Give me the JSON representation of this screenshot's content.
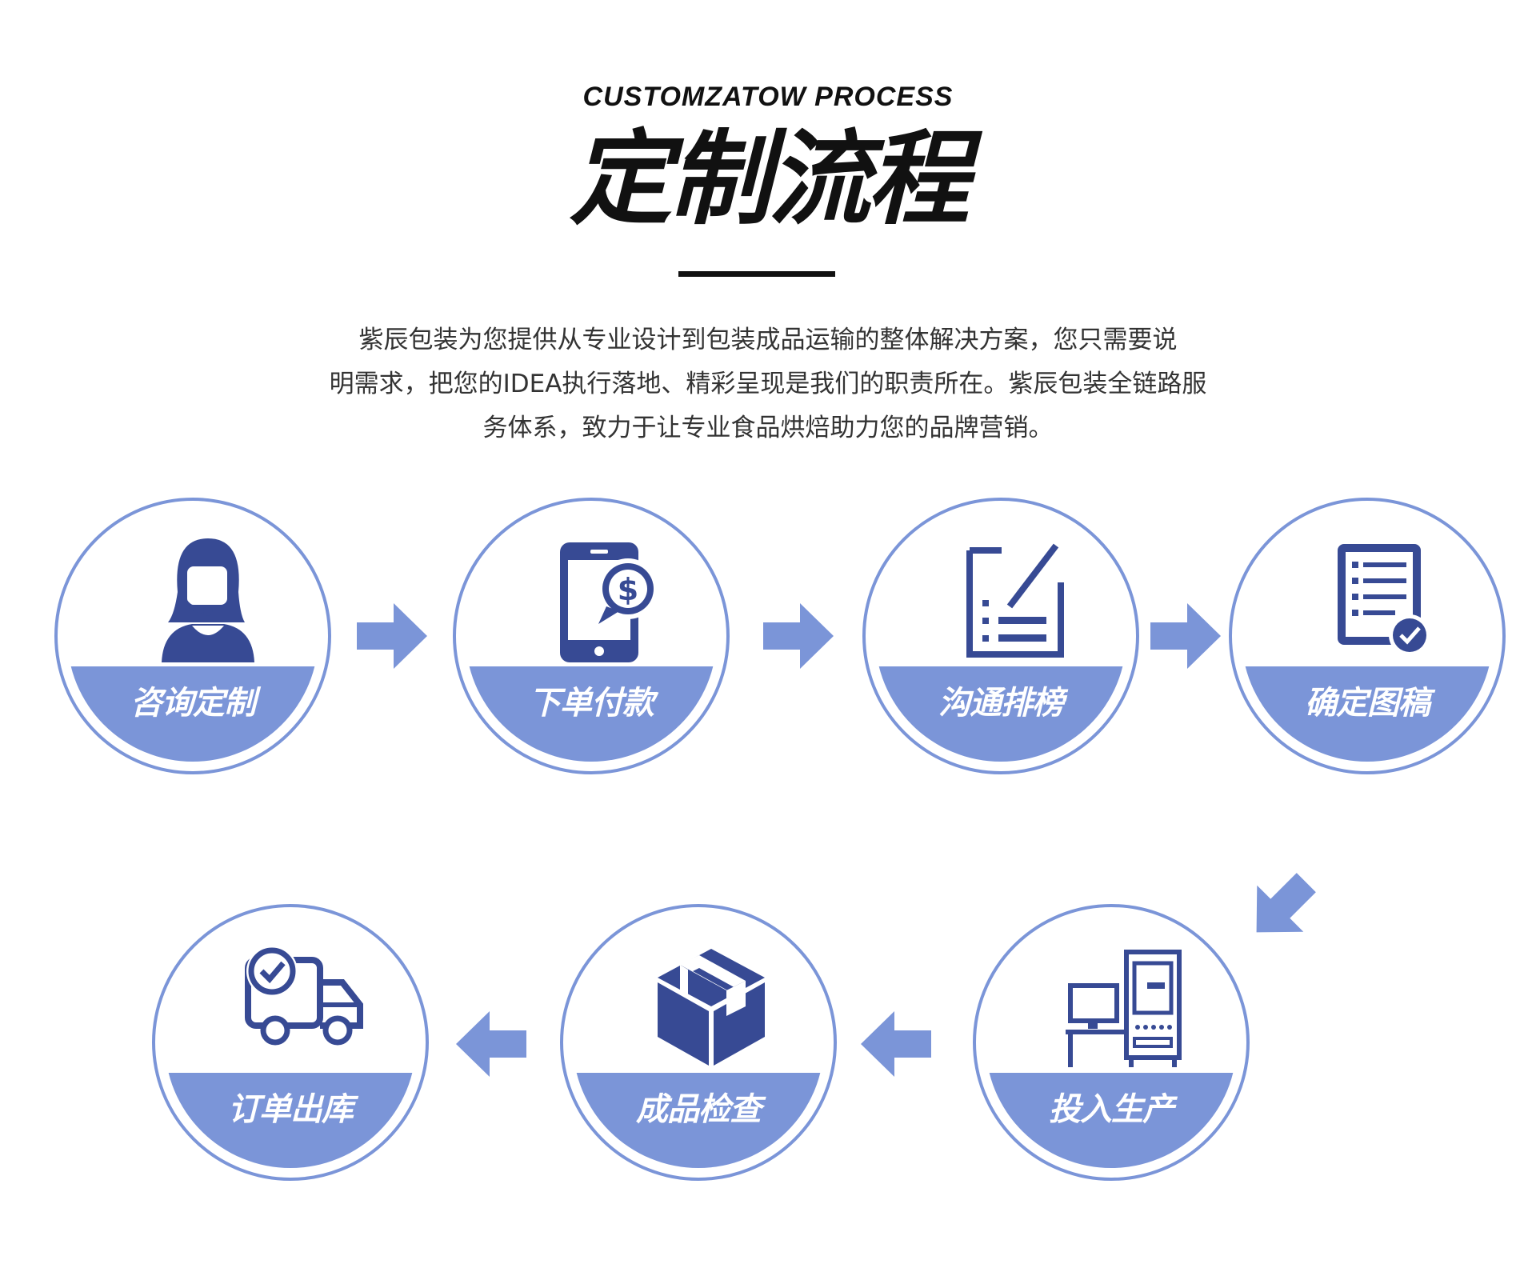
{
  "header": {
    "subtitle": "CUSTOMZATOW PROCESS",
    "title": "定制流程"
  },
  "description": {
    "line1": "紫辰包装为您提供从专业设计到包装成品运输的整体解决方案，您只需要说",
    "line2": "明需求，把您的IDEA执行落地、精彩呈现是我们的职责所在。紫辰包装全链路服",
    "line3": "务体系，致力于让专业食品烘焙助力您的品牌营销。"
  },
  "colors": {
    "accent": "#7b95d8",
    "icon_dark": "#374a94",
    "text": "#333333"
  },
  "steps": [
    {
      "label": "咨询定制",
      "icon": "customer-service-icon"
    },
    {
      "label": "下单付款",
      "icon": "mobile-payment-icon"
    },
    {
      "label": "沟通排榜",
      "icon": "checklist-edit-icon"
    },
    {
      "label": "确定图稿",
      "icon": "document-approved-icon"
    },
    {
      "label": "投入生产",
      "icon": "production-machine-icon"
    },
    {
      "label": "成品检查",
      "icon": "package-box-icon"
    },
    {
      "label": "订单出库",
      "icon": "delivery-truck-icon"
    }
  ]
}
